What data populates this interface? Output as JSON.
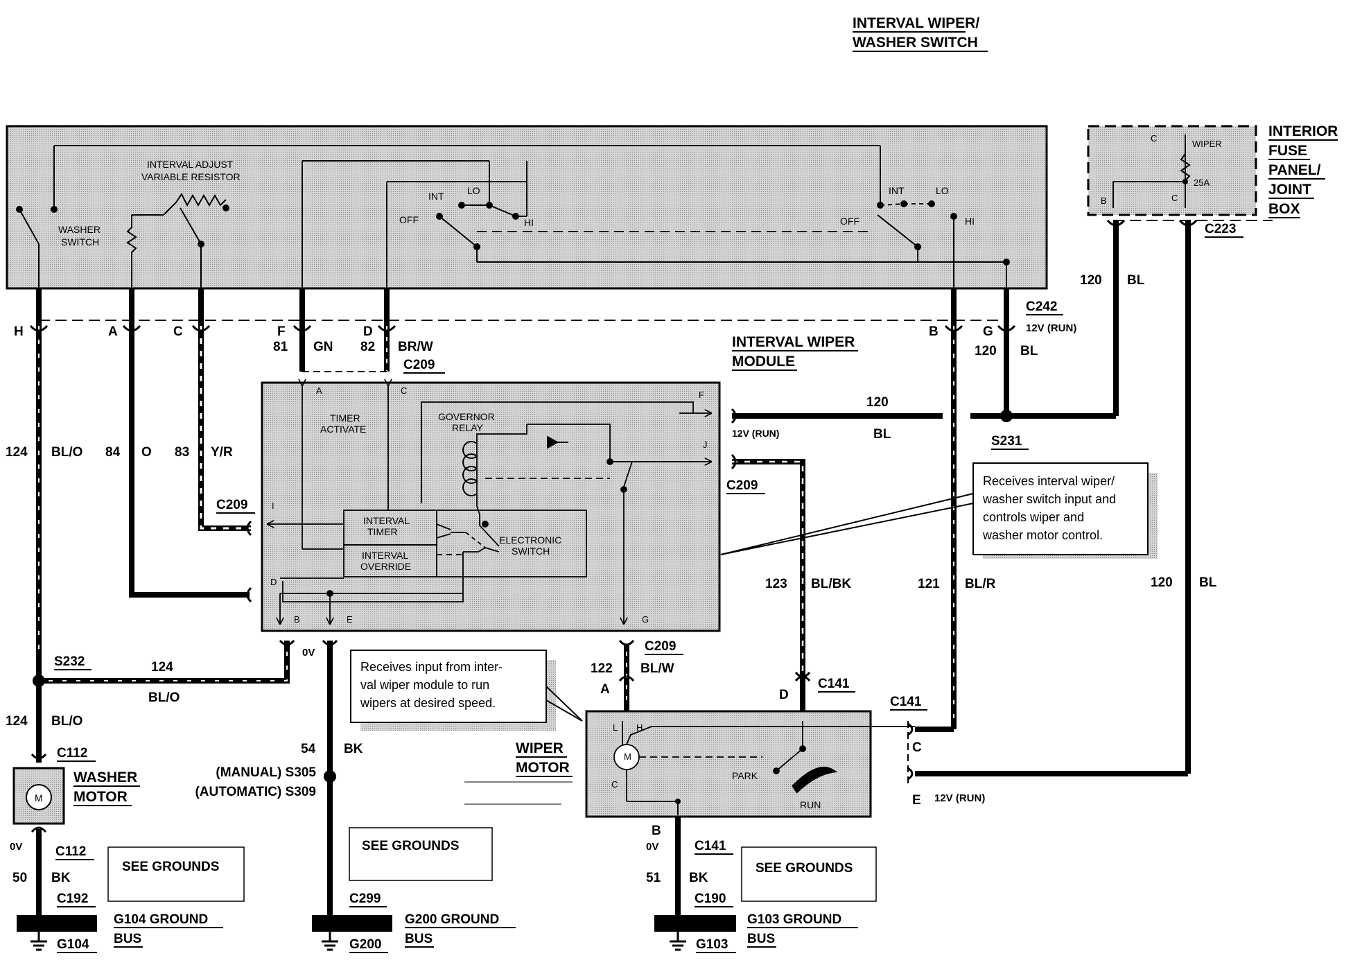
{
  "components": {
    "switch_title": [
      "INTERVAL WIPER/",
      "WASHER SWITCH"
    ],
    "fuse_panel_title": [
      "INTERIOR",
      "FUSE",
      "PANEL/",
      "JOINT",
      "BOX"
    ],
    "module_title": [
      "INTERVAL WIPER",
      "MODULE"
    ],
    "washer_motor_title": [
      "WASHER",
      "MOTOR"
    ],
    "wiper_motor_title": [
      "WIPER",
      "MOTOR"
    ]
  },
  "switch_internal": {
    "resistor": [
      "INTERVAL ADJUST",
      "VARIABLE RESISTOR"
    ],
    "washer_switch": [
      "WASHER",
      "SWITCH"
    ],
    "left_positions": {
      "int": "INT",
      "lo": "LO",
      "off": "OFF",
      "hi": "HI"
    },
    "right_positions": {
      "int": "INT",
      "lo": "LO",
      "off": "OFF",
      "hi": "HI"
    }
  },
  "fuse": {
    "name": "WIPER",
    "rating": "25A",
    "pins": {
      "c_top": "C",
      "c_bot": "C",
      "b": "B"
    }
  },
  "module_internal": {
    "timer_activate": [
      "TIMER",
      "ACTIVATE"
    ],
    "governor_relay": [
      "GOVERNOR",
      "RELAY"
    ],
    "interval_timer": [
      "INTERVAL",
      "TIMER"
    ],
    "interval_override": [
      "INTERVAL",
      "OVERRIDE"
    ],
    "electronic_switch": [
      "ELECTRONIC",
      "SWITCH"
    ],
    "pins": {
      "a": "A",
      "c": "C",
      "f": "F",
      "j": "J",
      "i": "I",
      "d": "D",
      "b": "B",
      "e": "E",
      "g": "G"
    }
  },
  "wiper_motor_internal": {
    "l": "L",
    "h": "H",
    "c": "C",
    "m": "M",
    "park": "PARK",
    "run": "RUN"
  },
  "connector_pins": {
    "h": "H",
    "a": "A",
    "c": "C",
    "f": "F",
    "d": "D",
    "b": "B",
    "g": "G",
    "c242": "C242",
    "c242_note": "12V (RUN)",
    "c223": "C223",
    "c209_top": "C209",
    "c209_left": "C209",
    "c209_right": "C209",
    "c209_bottom": "C209",
    "c141_d": "C141",
    "c141_right": "C141",
    "c141_bottom": "C141",
    "a_motor": "A",
    "d_motor": "D",
    "c_motor": "C",
    "e_motor": "E",
    "e_note": "12V (RUN)",
    "b_motor": "B",
    "zero_v_b": "0V",
    "zero_v_module": "0V",
    "zero_v_washer": "0V",
    "c112_top": "C112",
    "c112_bot": "C112",
    "c192": "C192",
    "c299": "C299",
    "c190": "C190",
    "f_note": "12V (RUN)"
  },
  "wires": [
    {
      "circuit": "124",
      "color": "BL/O"
    },
    {
      "circuit": "84",
      "color": "O"
    },
    {
      "circuit": "83",
      "color": "Y/R"
    },
    {
      "circuit": "81",
      "color": "GN"
    },
    {
      "circuit": "82",
      "color": "BR/W"
    },
    {
      "circuit": "120",
      "color": "BL"
    },
    {
      "circuit": "120",
      "color": "BL"
    },
    {
      "circuit": "120",
      "color": "BL"
    },
    {
      "circuit": "120",
      "color": "BL"
    },
    {
      "circuit": "123",
      "color": "BL/BK"
    },
    {
      "circuit": "121",
      "color": "BL/R"
    },
    {
      "circuit": "122",
      "color": "BL/W"
    },
    {
      "circuit": "124",
      "color": "BL/O"
    },
    {
      "circuit": "124",
      "color": "BL/O"
    },
    {
      "circuit": "54",
      "color": "BK"
    },
    {
      "circuit": "50",
      "color": "BK"
    },
    {
      "circuit": "51",
      "color": "BK"
    }
  ],
  "splices": {
    "s232": "S232",
    "s231": "S231",
    "s305": "(MANUAL) S305",
    "s309": "(AUTOMATIC) S309"
  },
  "callouts": {
    "module_note": [
      "Receives interval wiper/",
      "washer switch input and",
      "controls wiper and",
      "washer motor control."
    ],
    "motor_note": [
      "Receives input from inter-",
      "val wiper module to run",
      "wipers at desired speed."
    ]
  },
  "grounds": [
    {
      "box": "SEE GROUNDS",
      "bus": [
        "G104 GROUND",
        "BUS"
      ],
      "id": "G104"
    },
    {
      "box": "SEE GROUNDS",
      "bus": [
        "G200 GROUND",
        "BUS"
      ],
      "id": "G200"
    },
    {
      "box": "SEE GROUNDS",
      "bus": [
        "G103 GROUND",
        "BUS"
      ],
      "id": "G103"
    }
  ],
  "colors": {
    "ink": "#000000",
    "shade": "#c8c8c8",
    "paper": "#ffffff"
  }
}
